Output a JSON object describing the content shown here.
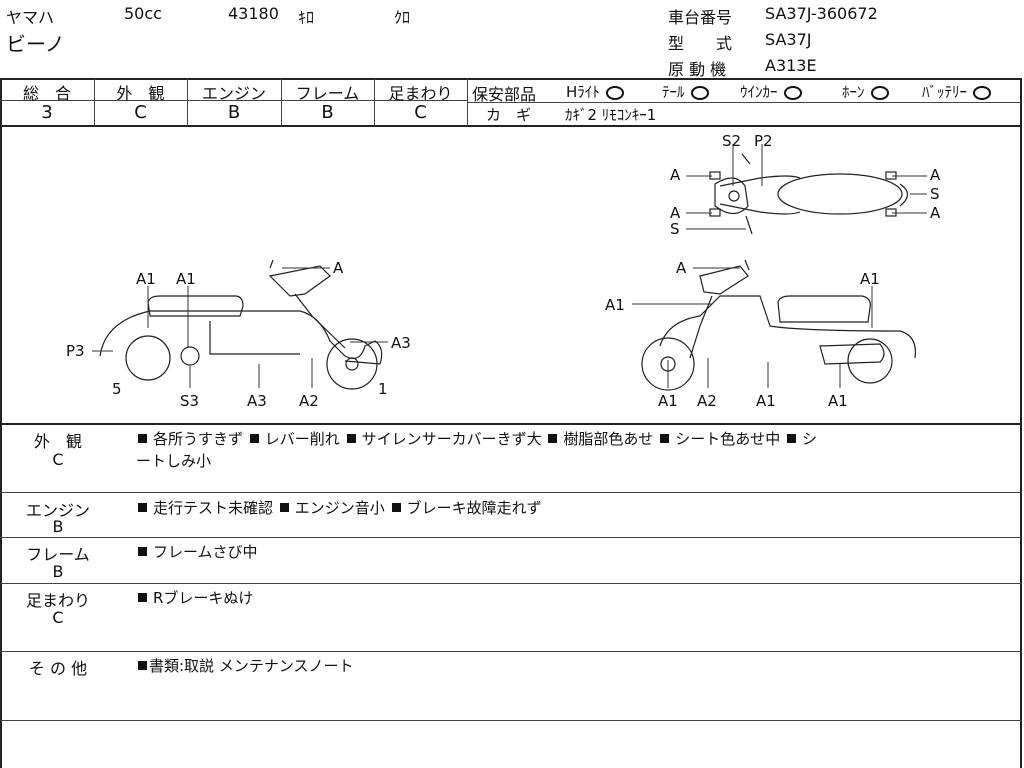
{
  "header": {
    "maker": "ヤマハ",
    "model": "ビーノ",
    "displacement": "50cc",
    "mileage": "43180",
    "mileage_unit": "ｷﾛ",
    "color": "ｸﾛ",
    "frame_no_label": "車台番号",
    "frame_no": "SA37J-360672",
    "type_label": "型　　式",
    "type_value": "SA37J",
    "engine_label": "原 動 機",
    "engine_value": "A313E"
  },
  "grades": [
    {
      "label": "総　合",
      "value": "3"
    },
    {
      "label": "外　観",
      "value": "C"
    },
    {
      "label": "エンジン",
      "value": "B"
    },
    {
      "label": "フレーム",
      "value": "B"
    },
    {
      "label": "足まわり",
      "value": "C"
    }
  ],
  "safety": {
    "title": "保安部品",
    "items": [
      {
        "label": "Hﾗｲﾄ"
      },
      {
        "label": "ﾃｰﾙ"
      },
      {
        "label": "ｳｲﾝｶｰ"
      },
      {
        "label": "ﾎｰﾝ"
      },
      {
        "label": "ﾊﾞｯﾃﾘｰ"
      }
    ],
    "key_label": "カ　ギ",
    "key_value": "ｶｷﾞ2 ﾘﾓｺﾝｷｰ1"
  },
  "diagram_labels": {
    "top": [
      "S2",
      "P2",
      "A",
      "A",
      "S",
      "A",
      "A",
      "S"
    ],
    "left": [
      "A1",
      "A1",
      "A",
      "P3",
      "A3",
      "5",
      "S3",
      "A3",
      "A2",
      "1"
    ],
    "right": [
      "A",
      "A1",
      "A1",
      "A1",
      "A2",
      "A1",
      "A1"
    ]
  },
  "remarks": [
    {
      "label": "外　観",
      "grade": "C",
      "notes": [
        "各所うすきず",
        "レバー削れ",
        "サイレンサーカバーきず大",
        "樹脂部色あせ",
        "シート色あせ中"
      ],
      "wrap": "シ",
      "wrap2": "ートしみ小"
    },
    {
      "label": "エンジン",
      "grade": "B",
      "notes": [
        "走行テスト未確認",
        "エンジン音小",
        "ブレーキ故障走れず"
      ]
    },
    {
      "label": "フレーム",
      "grade": "B",
      "notes": [
        "フレームさび中"
      ]
    },
    {
      "label": "足まわり",
      "grade": "C",
      "notes": [
        "Rブレーキぬけ"
      ]
    },
    {
      "label": "そ の 他",
      "grade": "",
      "notes": [
        "書類:取説 メンテナンスノート"
      ]
    }
  ]
}
